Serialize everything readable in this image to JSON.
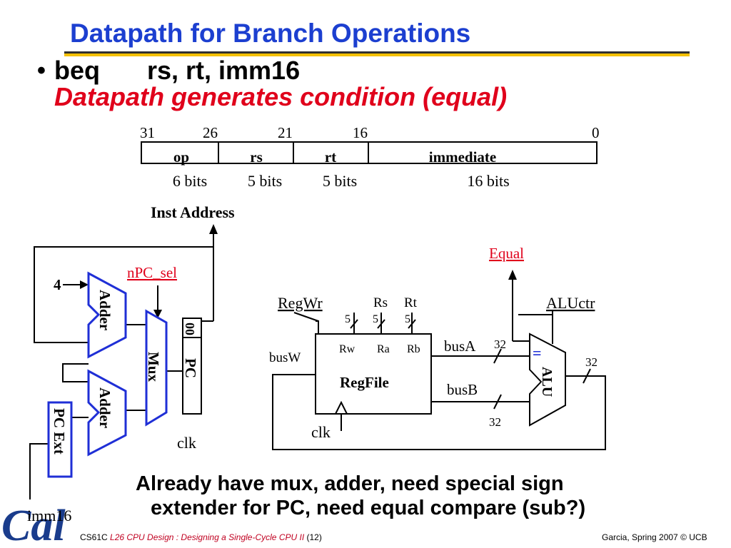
{
  "slide": {
    "title": "Datapath for Branch Operations",
    "bullet_dot": "•",
    "bullet_instr": "beq",
    "bullet_operands": "rs, rt, imm16",
    "subline": "Datapath generates condition (equal)"
  },
  "instruction_format": {
    "bit_positions": [
      "31",
      "26",
      "21",
      "16",
      "0"
    ],
    "fields": [
      "op",
      "rs",
      "rt",
      "immediate"
    ],
    "widths": [
      "6 bits",
      "5 bits",
      "5 bits",
      "16 bits"
    ]
  },
  "diagram": {
    "inst_address": "Inst Address",
    "four": "4",
    "adder_top": "Adder",
    "adder_bottom": "Adder",
    "npc_sel": "nPC_sel",
    "mux": "Mux",
    "pc_reg_zero": "00",
    "pc": "PC",
    "clk_pc": "clk",
    "pc_ext": "PC Ext",
    "imm16": "imm16",
    "regwr": "RegWr",
    "rs": "Rs",
    "rt": "Rt",
    "five_rw": "5",
    "five_rs": "5",
    "five_rt": "5",
    "rw": "Rw",
    "ra": "Ra",
    "rb": "Rb",
    "regfile": "RegFile",
    "busw": "busW",
    "clk_rf": "clk",
    "busa": "busA",
    "busb": "busB",
    "thirty_two_a": "32",
    "thirty_two_b": "32",
    "thirty_two_out": "32",
    "equal": "Equal",
    "aluctr": "ALUctr",
    "alu": "ALU",
    "equals_sign": "="
  },
  "bottom": {
    "line1": "Already have mux, adder, need special sign",
    "line2": "extender for PC, need equal compare (sub?)"
  },
  "logo": {
    "text": "Cal"
  },
  "footer": {
    "course": "CS61C",
    "lecture": "L26 CPU Design : Designing a Single-Cycle CPU II",
    "page": "(12)",
    "credit": "Garcia, Spring 2007 © UCB"
  },
  "colors": {
    "title_blue": "#1c3fd0",
    "accent_red": "#e0001b",
    "diagram_blue": "#1f2fd6",
    "logo_blue": "#1a3c8c"
  }
}
